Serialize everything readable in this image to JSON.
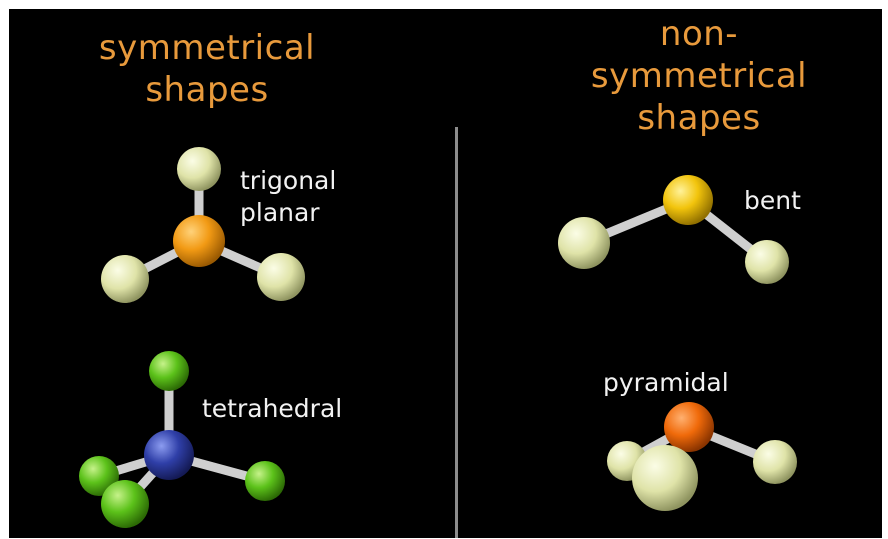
{
  "headings": {
    "symmetrical": [
      "symmetrical",
      "shapes"
    ],
    "non_symmetrical": [
      "non-",
      "symmetrical",
      "shapes"
    ]
  },
  "labels": {
    "trigonal_planar": [
      "trigonal",
      "planar"
    ],
    "tetrahedral": "tetrahedral",
    "bent": "bent",
    "pyramidal": "pyramidal"
  },
  "colors": {
    "background": "#000000",
    "heading": "#e89a3c",
    "label": "#f2f2f2",
    "divider": "#8c8c8c",
    "bond": "#cfcfcf",
    "pale_atom": "#dfe3a8",
    "orange_atom": "#f29a14",
    "yellow_atom": "#f2c40c",
    "red_orange_atom": "#f06a0a",
    "green_atom": "#5cc21a",
    "blue_atom": "#2f3fa8"
  }
}
